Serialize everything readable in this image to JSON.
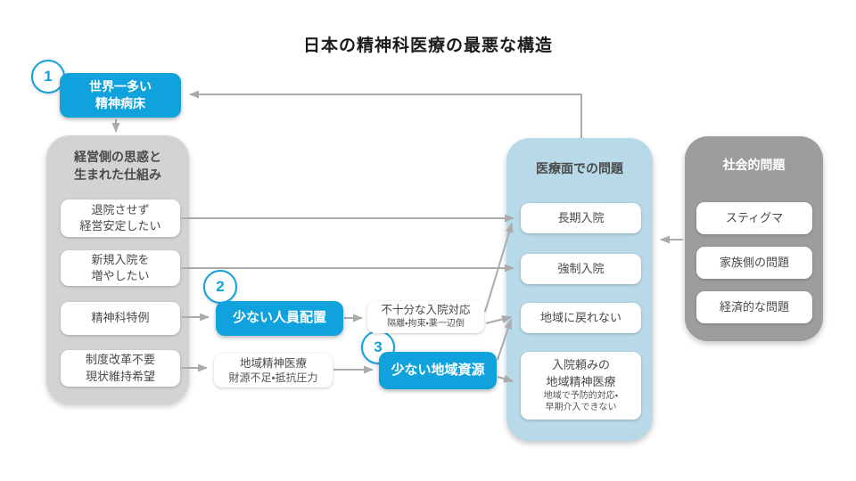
{
  "title": "日本の精神科医療の最悪な構造",
  "colors": {
    "accent_blue": "#10a2dc",
    "container_light_gray": "#d3d3d4",
    "container_dark_gray": "#9d9d9d",
    "container_light_blue": "#b7d9e8",
    "arrow_gray": "#ababab"
  },
  "root_cause": {
    "badge": "1",
    "label": "世界一多い\n精神病床"
  },
  "management": {
    "title": "経営側の思惑と\n生まれた仕組み",
    "items": [
      "退院させず\n経営安定したい",
      "新規入院を\n増やしたい",
      "精神科特例",
      "制度改革不要\n現状維持希望"
    ]
  },
  "flow": {
    "staffing": {
      "badge": "2",
      "label": "少ない人員配置"
    },
    "inadequate_inpatient": {
      "label": "不十分な入院対応",
      "sub": "隔離・拘束・薬一辺倒"
    },
    "community_medicine": {
      "label": "地域精神医療",
      "sub": "財源不足・抵抗圧力"
    },
    "resources": {
      "badge": "3",
      "label": "少ない地域資源"
    }
  },
  "medical": {
    "title": "医療面での問題",
    "items": [
      "長期入院",
      "強制入院",
      "地域に戻れない"
    ],
    "hospital_reliant": {
      "label": "入院頼みの\n地域精神医療",
      "sub": "地域で予防的対応・\n早期介入できない"
    }
  },
  "social": {
    "title": "社会的問題",
    "items": [
      "スティグマ",
      "家族側の問題",
      "経済的な問題"
    ]
  }
}
